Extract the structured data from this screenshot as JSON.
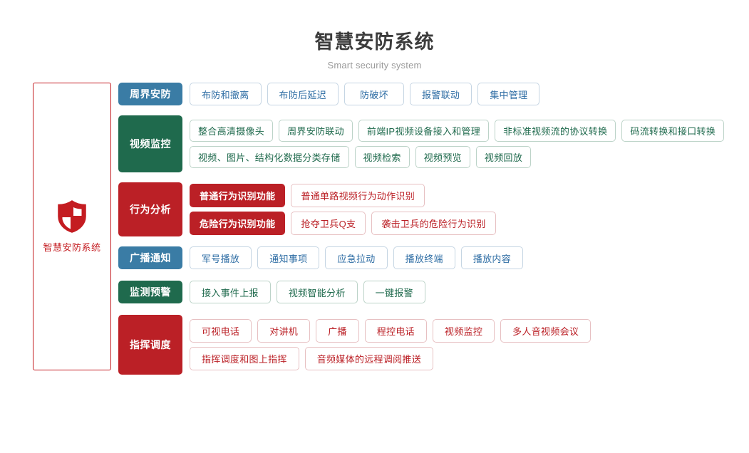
{
  "header": {
    "title": "智慧安防系统",
    "subtitle": "Smart security system"
  },
  "brand_panel": {
    "icon": "shield-icon",
    "label": "智慧安防系统",
    "border_color": "#c41c21",
    "text_color": "#c41c21"
  },
  "colors": {
    "blue": "#3a7ca5",
    "green": "#1f6a4d",
    "red": "#bb2026",
    "title": "#3c3c3c",
    "subtitle": "#9a9a9a",
    "pill_blue_text": "#2e6da4",
    "pill_blue_border": "#c5d5e3",
    "pill_green_border": "#bcd3c8",
    "pill_red_border": "#e7c0c2"
  },
  "rows": [
    {
      "category": "周界安防",
      "accent": "blue",
      "lines": [
        [
          {
            "label": "布防和撤离",
            "style": "blue"
          },
          {
            "label": "布防后延迟",
            "style": "blue"
          },
          {
            "label": "防破坏",
            "style": "blue"
          },
          {
            "label": "报警联动",
            "style": "blue"
          },
          {
            "label": "集中管理",
            "style": "blue"
          }
        ]
      ]
    },
    {
      "category": "视频监控",
      "accent": "green",
      "lines": [
        [
          {
            "label": "整合高清摄像头",
            "style": "green"
          },
          {
            "label": "周界安防联动",
            "style": "green"
          },
          {
            "label": "前端IP视频设备接入和管理",
            "style": "green"
          },
          {
            "label": "非标准视频流的协议转换",
            "style": "green"
          },
          {
            "label": "码流转换和接口转换",
            "style": "green"
          }
        ],
        [
          {
            "label": "视频、图片、结构化数据分类存储",
            "style": "green"
          },
          {
            "label": "视频检索",
            "style": "green"
          },
          {
            "label": "视频预览",
            "style": "green"
          },
          {
            "label": "视频回放",
            "style": "green"
          }
        ]
      ]
    },
    {
      "category": "行为分析",
      "accent": "red",
      "lines": [
        [
          {
            "label": "普通行为识别功能",
            "style": "solid-red"
          },
          {
            "label": "普通单路视频行为动作识别",
            "style": "red"
          }
        ],
        [
          {
            "label": "危险行为识别功能",
            "style": "solid-red"
          },
          {
            "label": "抢夺卫兵Q支",
            "style": "red"
          },
          {
            "label": "袭击卫兵的危险行为识别",
            "style": "red"
          }
        ]
      ]
    },
    {
      "category": "广播通知",
      "accent": "blue",
      "lines": [
        [
          {
            "label": "军号播放",
            "style": "blue"
          },
          {
            "label": "通知事项",
            "style": "blue"
          },
          {
            "label": "应急拉动",
            "style": "blue"
          },
          {
            "label": "播放终端",
            "style": "blue"
          },
          {
            "label": "播放内容",
            "style": "blue"
          }
        ]
      ]
    },
    {
      "category": "监测预警",
      "accent": "green",
      "lines": [
        [
          {
            "label": "接入事件上报",
            "style": "green"
          },
          {
            "label": "视频智能分析",
            "style": "green"
          },
          {
            "label": "一键报警",
            "style": "green"
          }
        ]
      ]
    },
    {
      "category": "指挥调度",
      "accent": "red",
      "lines": [
        [
          {
            "label": "可视电话",
            "style": "red"
          },
          {
            "label": "对讲机",
            "style": "red"
          },
          {
            "label": "广播",
            "style": "red"
          },
          {
            "label": "程控电话",
            "style": "red"
          },
          {
            "label": "视频监控",
            "style": "red"
          },
          {
            "label": "多人音视频会议",
            "style": "red"
          }
        ],
        [
          {
            "label": "指挥调度和图上指挥",
            "style": "red"
          },
          {
            "label": "音频媒体的远程调阅推送",
            "style": "red"
          }
        ]
      ]
    }
  ]
}
